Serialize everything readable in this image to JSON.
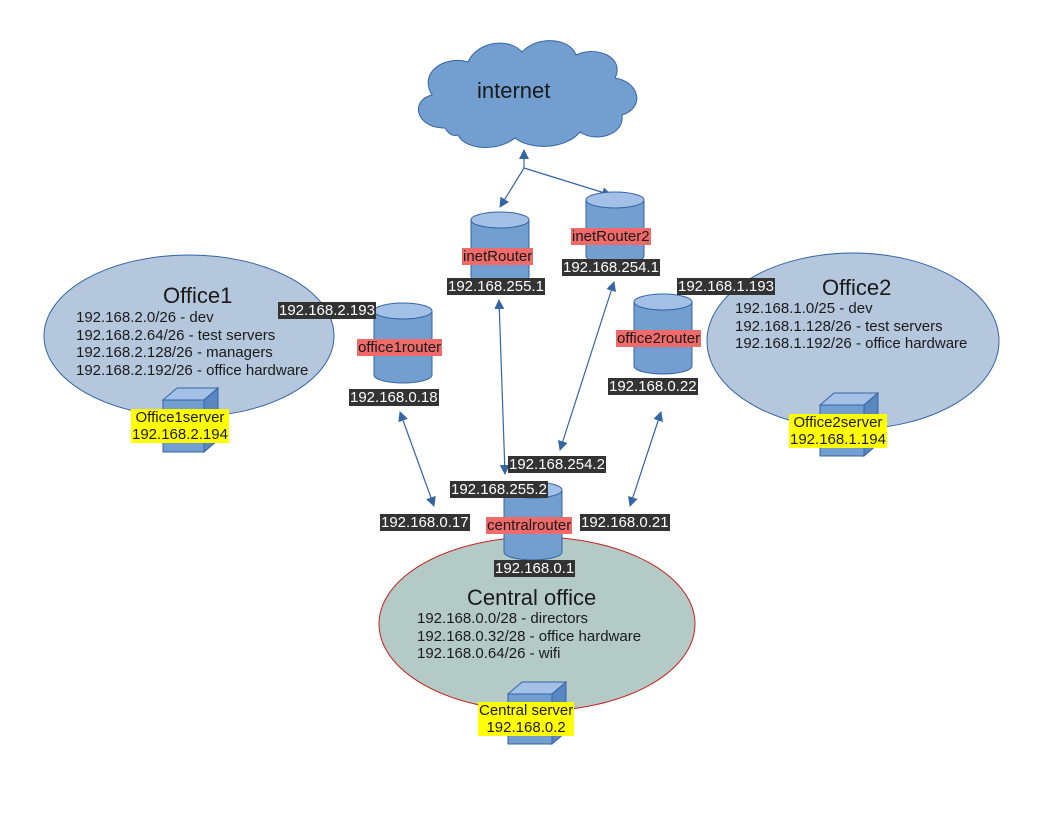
{
  "cloud": {
    "label": "internet"
  },
  "offices": {
    "office1": {
      "name": "Office1",
      "subnets": [
        "192.168.2.0/26 - dev",
        "192.168.2.64/26 - test servers",
        "192.168.2.128/26 - managers",
        "192.168.2.192/26 - office hardware"
      ],
      "server_name": "Office1server",
      "server_ip": "192.168.2.194"
    },
    "office2": {
      "name": "Office2",
      "subnets": [
        "192.168.1.0/25 - dev",
        "192.168.1.128/26 - test servers",
        "192.168.1.192/26 - office hardware"
      ],
      "server_name": "Office2server",
      "server_ip": "192.168.1.194"
    },
    "central": {
      "name": "Central office",
      "subnets": [
        "192.168.0.0/28 - directors",
        "192.168.0.32/28 - office hardware",
        "192.168.0.64/26 - wifi"
      ],
      "server_name": "Central server",
      "server_ip": "192.168.0.2"
    }
  },
  "routers": {
    "inetRouter": {
      "name": "inetRouter",
      "ip": "192.168.255.1"
    },
    "inetRouter2": {
      "name": "inetRouter2",
      "ip": "192.168.254.1"
    },
    "office1router": {
      "name": "office1router",
      "ip_lan": "192.168.2.193",
      "ip_wan": "192.168.0.18"
    },
    "office2router": {
      "name": "office2router",
      "ip_lan": "192.168.1.193",
      "ip_wan": "192.168.0.22"
    },
    "centralrouter": {
      "name": "centralrouter",
      "ip_lan": "192.168.0.1",
      "ip_inet1": "192.168.255.2",
      "ip_inet2": "192.168.254.2",
      "ip_office1": "192.168.0.17",
      "ip_office2": "192.168.0.21"
    }
  },
  "colors": {
    "cloud": "#729fcf",
    "office_ellipse": "#b4c7dc",
    "central_ellipse": "#b3cac7",
    "router": "#729fcf",
    "arrow": "#3465a4",
    "label_dark": "#333333",
    "label_red": "#f06a6a",
    "label_yellow": "#ffff00"
  }
}
